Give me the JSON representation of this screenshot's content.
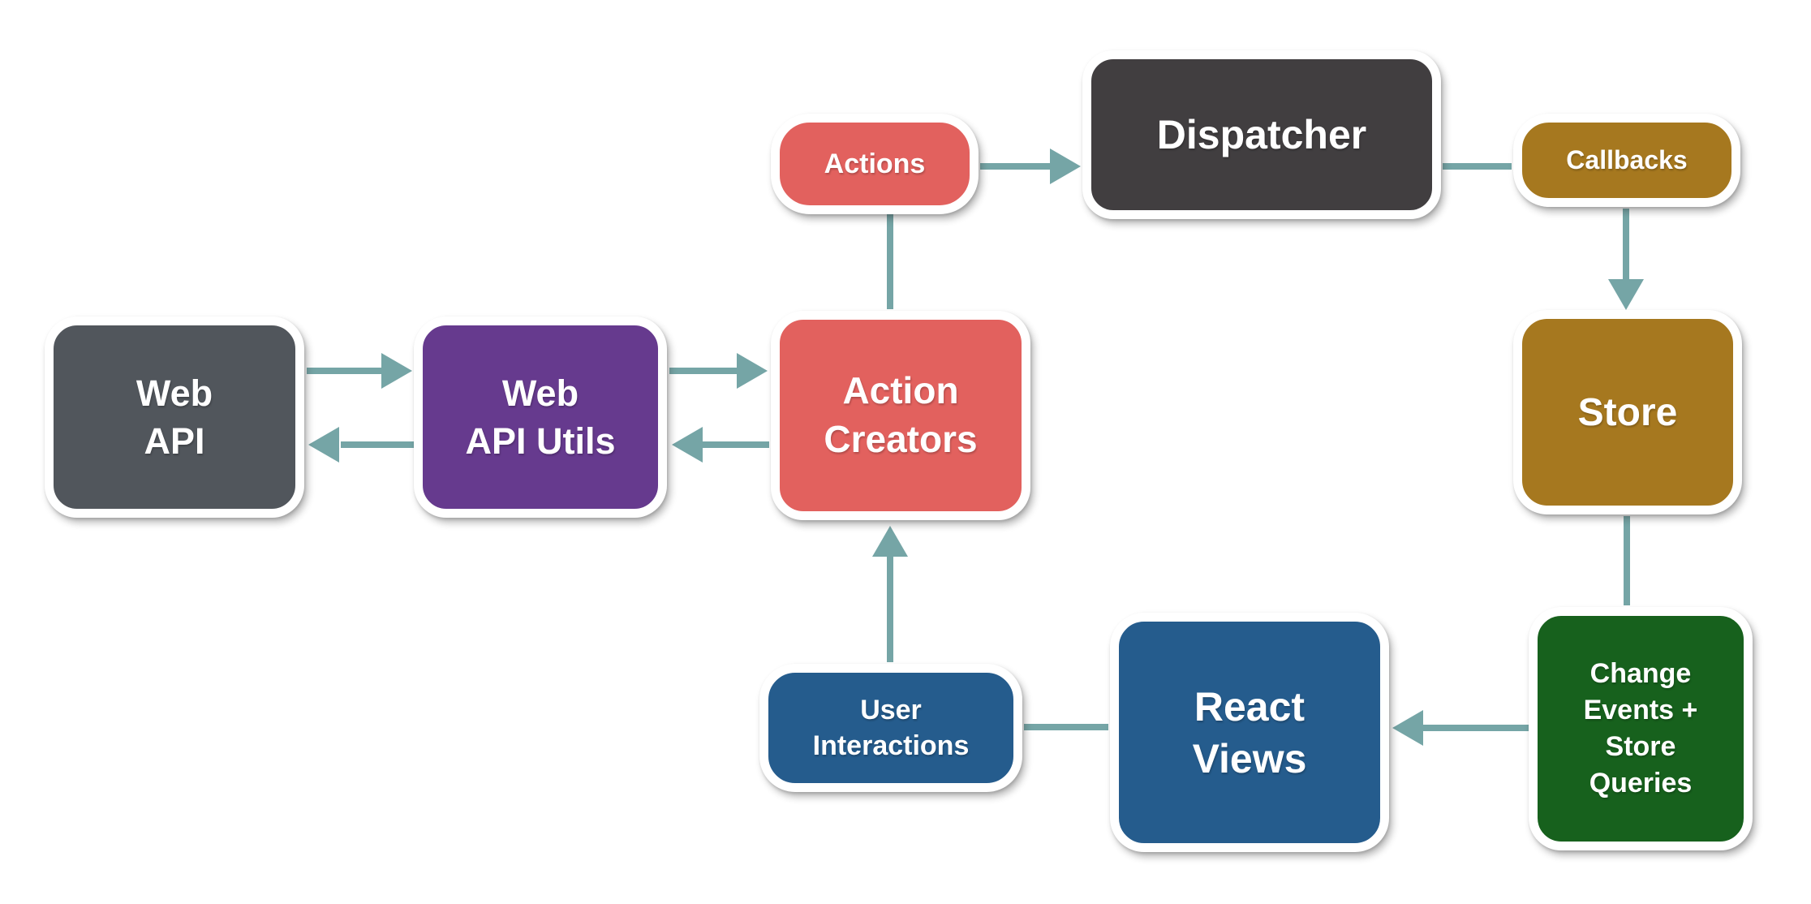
{
  "colors": {
    "background": "#ffffff",
    "slate_gray": "#51565C",
    "charcoal": "#413E40",
    "purple": "#663A8E",
    "coral": "#E2615E",
    "gold": "#A6781F",
    "green": "#17611D",
    "blue": "#255C8D",
    "arrow": "#75A5A6",
    "text": "#ffffff"
  },
  "nodes": {
    "web_api": {
      "label": "Web\nAPI",
      "color": "slate_gray"
    },
    "web_api_utils": {
      "label": "Web\nAPI Utils",
      "color": "purple"
    },
    "action_creators": {
      "label": "Action\nCreators",
      "color": "coral"
    },
    "actions": {
      "label": "Actions",
      "color": "coral"
    },
    "dispatcher": {
      "label": "Dispatcher",
      "color": "charcoal"
    },
    "callbacks": {
      "label": "Callbacks",
      "color": "gold"
    },
    "store": {
      "label": "Store",
      "color": "gold"
    },
    "change_events": {
      "label": "Change\nEvents +\nStore\nQueries",
      "color": "green"
    },
    "react_views": {
      "label": "React\nViews",
      "color": "blue"
    },
    "user_interactions": {
      "label": "User\nInteractions",
      "color": "blue"
    }
  },
  "edges": [
    {
      "from": "web_api",
      "to": "web_api_utils",
      "arrowhead": true
    },
    {
      "from": "web_api_utils",
      "to": "web_api",
      "arrowhead": true
    },
    {
      "from": "web_api_utils",
      "to": "action_creators",
      "arrowhead": true
    },
    {
      "from": "action_creators",
      "to": "web_api_utils",
      "arrowhead": true
    },
    {
      "from": "action_creators",
      "to": "actions",
      "arrowhead": false
    },
    {
      "from": "actions",
      "to": "dispatcher",
      "arrowhead": true
    },
    {
      "from": "dispatcher",
      "to": "callbacks",
      "arrowhead": false
    },
    {
      "from": "callbacks",
      "to": "store",
      "arrowhead": true
    },
    {
      "from": "store",
      "to": "change_events",
      "arrowhead": false
    },
    {
      "from": "change_events",
      "to": "react_views",
      "arrowhead": true
    },
    {
      "from": "react_views",
      "to": "user_interactions",
      "arrowhead": false
    },
    {
      "from": "user_interactions",
      "to": "action_creators",
      "arrowhead": true
    }
  ]
}
